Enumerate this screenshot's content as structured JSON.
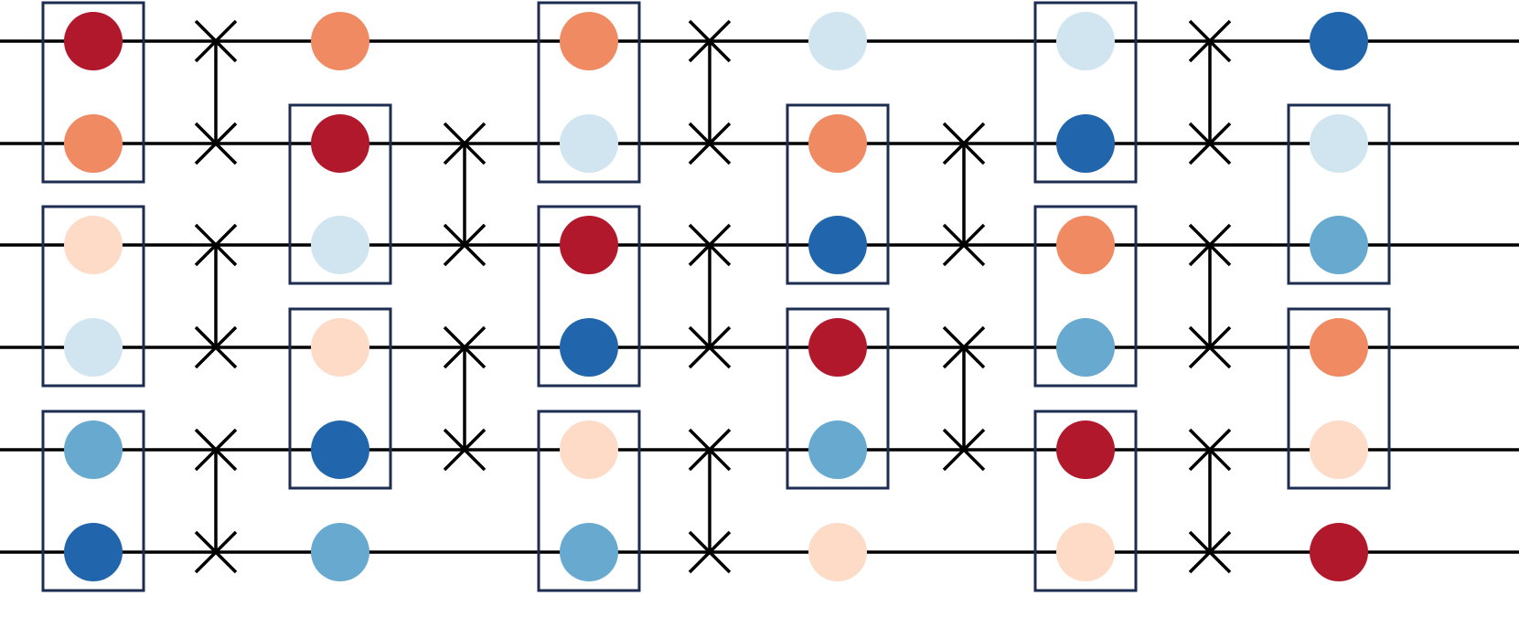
{
  "palette": {
    "dark_red": "#b2182b",
    "orange": "#ef8a62",
    "peach": "#fddbc7",
    "light_blue": "#d1e5f0",
    "mid_blue": "#67a9cf",
    "dark_blue": "#2166ac",
    "wire": "#000000",
    "box": "#1c2d52"
  },
  "qubit_count": 6,
  "columns": [
    {
      "kind": "qubits",
      "colors": [
        "dark_red",
        "orange",
        "peach",
        "light_blue",
        "mid_blue",
        "dark_blue"
      ],
      "boxes": [
        [
          0,
          1
        ],
        [
          2,
          3
        ],
        [
          4,
          5
        ]
      ]
    },
    {
      "kind": "swaps",
      "pairs": [
        [
          0,
          1
        ],
        [
          2,
          3
        ],
        [
          4,
          5
        ]
      ]
    },
    {
      "kind": "qubits",
      "colors": [
        "orange",
        "dark_red",
        "light_blue",
        "peach",
        "dark_blue",
        "mid_blue"
      ],
      "boxes": [
        [
          1,
          2
        ],
        [
          3,
          4
        ]
      ]
    },
    {
      "kind": "swaps",
      "pairs": [
        [
          1,
          2
        ],
        [
          3,
          4
        ]
      ]
    },
    {
      "kind": "qubits",
      "colors": [
        "orange",
        "light_blue",
        "dark_red",
        "dark_blue",
        "peach",
        "mid_blue"
      ],
      "boxes": [
        [
          0,
          1
        ],
        [
          2,
          3
        ],
        [
          4,
          5
        ]
      ]
    },
    {
      "kind": "swaps",
      "pairs": [
        [
          0,
          1
        ],
        [
          2,
          3
        ],
        [
          4,
          5
        ]
      ]
    },
    {
      "kind": "qubits",
      "colors": [
        "light_blue",
        "orange",
        "dark_blue",
        "dark_red",
        "mid_blue",
        "peach"
      ],
      "boxes": [
        [
          1,
          2
        ],
        [
          3,
          4
        ]
      ]
    },
    {
      "kind": "swaps",
      "pairs": [
        [
          1,
          2
        ],
        [
          3,
          4
        ]
      ]
    },
    {
      "kind": "qubits",
      "colors": [
        "light_blue",
        "dark_blue",
        "orange",
        "mid_blue",
        "dark_red",
        "peach"
      ],
      "boxes": [
        [
          0,
          1
        ],
        [
          2,
          3
        ],
        [
          4,
          5
        ]
      ]
    },
    {
      "kind": "swaps",
      "pairs": [
        [
          0,
          1
        ],
        [
          2,
          3
        ],
        [
          4,
          5
        ]
      ]
    },
    {
      "kind": "qubits",
      "colors": [
        "dark_blue",
        "light_blue",
        "mid_blue",
        "orange",
        "peach",
        "dark_red"
      ],
      "boxes": [
        [
          1,
          2
        ],
        [
          3,
          4
        ]
      ]
    }
  ]
}
